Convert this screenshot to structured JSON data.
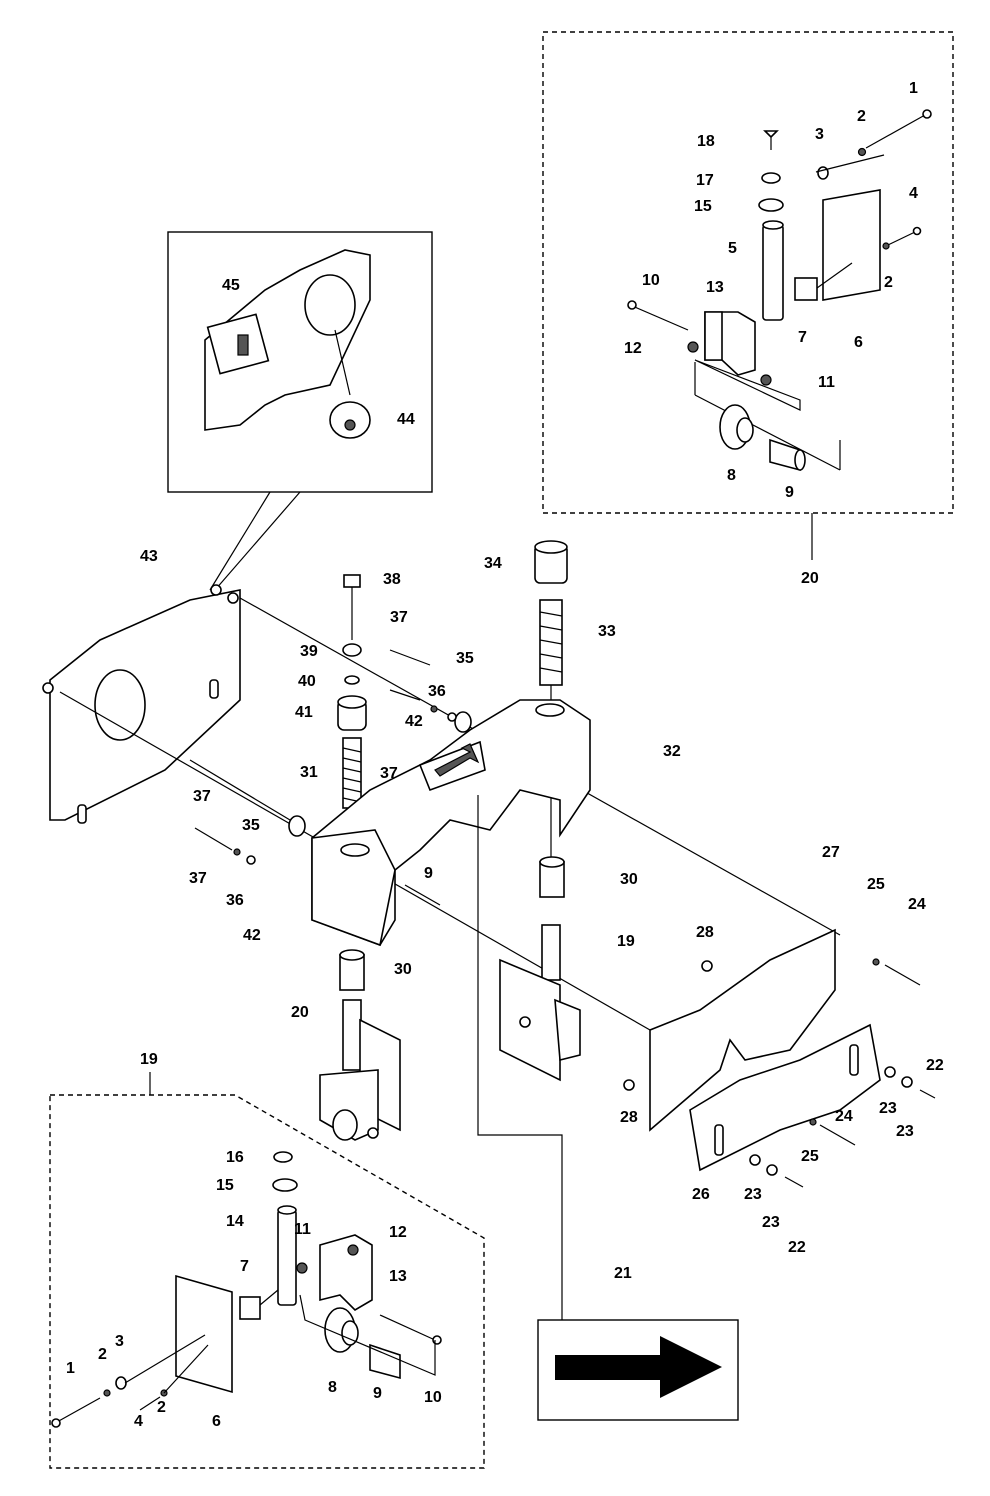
{
  "diagram": {
    "callouts": {
      "c1": "1",
      "c2": "2",
      "c2b": "2",
      "c3": "3",
      "c4": "4",
      "c5": "5",
      "c6": "6",
      "c7": "7",
      "c8": "8",
      "c9": "9",
      "c10": "10",
      "c11": "11",
      "c12": "12",
      "c13": "13",
      "c15": "15",
      "c17": "17",
      "c18": "18",
      "c20": "20",
      "c45": "45",
      "c44": "44",
      "m43": "43",
      "m38": "38",
      "m37a": "37",
      "m39": "39",
      "m40": "40",
      "m41": "41",
      "m31": "31",
      "m37b": "37",
      "m35a": "35",
      "m36a": "36",
      "m42a": "42",
      "m34": "34",
      "m33": "33",
      "m32": "32",
      "m37c": "37",
      "m35b": "35",
      "m37d": "37",
      "m36b": "36",
      "m42b": "42",
      "m9": "9",
      "m30a": "30",
      "m30b": "30",
      "m19": "19",
      "m20": "20",
      "m27": "27",
      "m25a": "25",
      "m24a": "24",
      "m28a": "28",
      "m28b": "28",
      "m22a": "22",
      "m23a": "23",
      "m23b": "23",
      "m24b": "24",
      "m25b": "25",
      "m26": "26",
      "m23c": "23",
      "m23d": "23",
      "m22b": "22",
      "m21": "21",
      "b19": "19",
      "b16": "16",
      "b15": "15",
      "b14": "14",
      "b11": "11",
      "b12": "12",
      "b13": "13",
      "b7": "7",
      "b1": "1",
      "b2a": "2",
      "b3": "3",
      "b4": "4",
      "b2b": "2",
      "b6": "6",
      "b8": "8",
      "b9": "9",
      "b10": "10"
    }
  }
}
